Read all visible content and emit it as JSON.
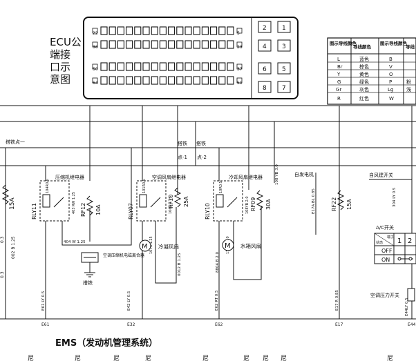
{
  "ecu": {
    "title_lines": [
      "ECU公",
      "端接",
      "口示",
      "意图"
    ],
    "pin_labels": [
      "22",
      "5",
      "36",
      "23",
      "50",
      "37",
      "64",
      "51"
    ],
    "corner_pins": [
      "2",
      "1",
      "4",
      "3",
      "6",
      "5",
      "8",
      "7"
    ]
  },
  "color_table": {
    "headers": [
      "图示导线颜色",
      "导线颜色",
      "图示导线颜色",
      "导线"
    ],
    "rows": [
      [
        "L",
        "蓝色",
        "B",
        ""
      ],
      [
        "Br",
        "棕色",
        "V",
        ""
      ],
      [
        "Y",
        "黄色",
        "O",
        ""
      ],
      [
        "G",
        "绿色",
        "P",
        "粉"
      ],
      [
        "Gr",
        "灰色",
        "Lg",
        "浅"
      ],
      [
        "R",
        "红色",
        "W",
        ""
      ]
    ]
  },
  "diagram": {
    "ground_point_a": "搭铁点一",
    "ground_top": [
      "搭铁",
      "搭铁"
    ],
    "ground_sub": [
      "点-1",
      "点-2"
    ],
    "relays": [
      {
        "id": "RLY11",
        "title": "压缩机继电器",
        "wire_top": "104R0.5",
        "wire_mid": "403 RW 1.25",
        "wire_out": "404 W 1.25"
      },
      {
        "id": "RLY07",
        "title": "空调风扇继电器",
        "wire_top": "101R0.5",
        "wire_mid": "106G 1.25",
        "wire_out": "107R 1.25"
      },
      {
        "id": "RLY10",
        "title": "冷却风扇继电器",
        "wire_top": "10R0.5",
        "wire_mid": "108YB 2.0",
        "wire_out": "1107Z 2.0"
      }
    ],
    "fuses": [
      {
        "id": "RF12",
        "rating": "10A"
      },
      {
        "id": "RF10",
        "rating": "25A"
      },
      {
        "id": "RF09",
        "rating": "30A"
      },
      {
        "id": "RF22",
        "rating": "15A"
      }
    ],
    "left_fuse_rating": "15A",
    "left_wires": [
      "0.3",
      "002 B 1.25",
      "0.3"
    ],
    "motors": [
      {
        "symbol": "M",
        "label": "冷凝风扇"
      },
      {
        "symbol": "M",
        "label": "水箱风扇"
      }
    ],
    "clutch_label": "空调压缩机电磁离合器",
    "ground_label": "搭铁",
    "generator_label": "自发电机",
    "self_start_label": "自风建开关",
    "ac_switch_label": "A/C开关",
    "ac_switch_table": {
      "header": [
        "状态",
        "端子",
        "1",
        "2"
      ],
      "rows": [
        "OFF",
        "ON"
      ]
    },
    "pressure_switch_label": "空调压力开关",
    "wire_labels": {
      "fan1_out": "0012 B 1.25",
      "fan2_out": "8804 B 2.0",
      "fan2_top": "108 YB 3.0",
      "gen_wire": "E17A BL 0.85",
      "self_start_wire": "304 LY 0.5",
      "pressure_wire": "E44LY 0.5"
    },
    "ems_pins": [
      {
        "wire": "E61 LY 0.5",
        "pin": "E61"
      },
      {
        "wire": "E42 LY 0.5",
        "pin": "E32"
      },
      {
        "wire": "E62 RT 0.5",
        "pin": "E62"
      },
      {
        "wire": "E17 R 0.85",
        "pin": "E17"
      },
      {
        "wire": "",
        "pin": "E44"
      }
    ],
    "ems_title": "EMS（发动机管理系统）",
    "bottom_glyphs": [
      "尼",
      "尼",
      "尼",
      "尼",
      "尼",
      "尼",
      "尼",
      "尼",
      "尼"
    ]
  }
}
